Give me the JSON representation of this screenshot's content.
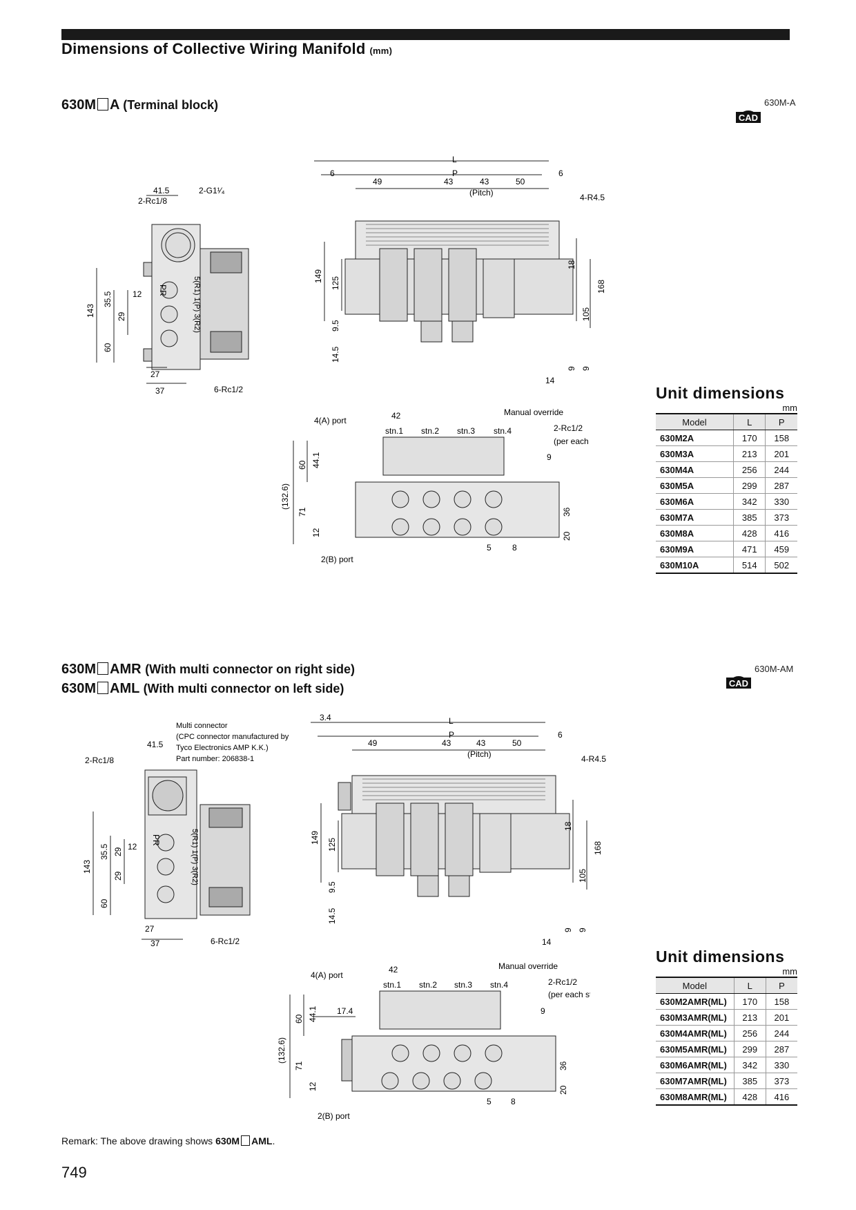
{
  "header": {
    "title": "Dimensions of Collective Wiring Manifold",
    "unit": "(mm)"
  },
  "section1": {
    "model_prefix": "630M",
    "model_suffix": "A",
    "subtitle": "(Terminal block)",
    "cad_label": "630M-A",
    "cad_badge_text": "CAD",
    "side_view_labels": {
      "rc18": "2-Rc1/8",
      "g114": "2-G1¹⁄₄",
      "w415": "41.5",
      "pr": "PR",
      "ports": "5(R1) 1(P) 3(R2)",
      "rc12": "6-Rc1/2",
      "w27": "27",
      "w37": "37",
      "h143": "143",
      "h355": "35.5",
      "h12": "12",
      "h29": "29",
      "h60": "60"
    },
    "front_view_labels": {
      "L": "L",
      "P": "P",
      "d6a": "6",
      "d6b": "6",
      "d49": "49",
      "d43a": "43",
      "d43b": "43",
      "d50": "50",
      "pitch": "(Pitch)",
      "r45": "4-R4.5",
      "h149": "149",
      "h125": "125",
      "h95": "9.5",
      "h145": "14.5",
      "h18": "18",
      "h168": "168",
      "h105": "105",
      "h9a": "9",
      "h9b": "9",
      "w14": "14"
    },
    "bottom_view_labels": {
      "portA": "4(A) port",
      "d42": "42",
      "stn1": "stn.1",
      "stn2": "stn.2",
      "stn3": "stn.3",
      "stn4": "stn.4",
      "manual": "Manual override",
      "rc12": "2-Rc1/2",
      "per_station": "(per each station)",
      "d9": "9",
      "h1326": "(132.6)",
      "h60": "60",
      "h441": "44.1",
      "h71": "71",
      "h12": "12",
      "h36": "36",
      "h20": "20",
      "d5": "5",
      "d8": "8",
      "portB": "2(B) port"
    },
    "unit_dimensions": {
      "title": "Unit dimensions",
      "unit": "mm",
      "columns": [
        "Model",
        "L",
        "P"
      ],
      "rows": [
        [
          "630M2A",
          "170",
          "158"
        ],
        [
          "630M3A",
          "213",
          "201"
        ],
        [
          "630M4A",
          "256",
          "244"
        ],
        [
          "630M5A",
          "299",
          "287"
        ],
        [
          "630M6A",
          "342",
          "330"
        ],
        [
          "630M7A",
          "385",
          "373"
        ],
        [
          "630M8A",
          "428",
          "416"
        ],
        [
          "630M9A",
          "471",
          "459"
        ],
        [
          "630M10A",
          "514",
          "502"
        ]
      ]
    }
  },
  "section2": {
    "line1_prefix": "630M",
    "line1_suffix": "AMR",
    "line1_subtitle": "(With multi connector on right side)",
    "line2_prefix": "630M",
    "line2_suffix": "AML",
    "line2_subtitle": "(With multi connector on left side)",
    "cad_label": "630M-AM",
    "cad_badge_text": "CAD",
    "connector_note": [
      "Multi connector",
      "(CPC connector manufactured by",
      "Tyco Electronics AMP K.K.)",
      "Part number: 206838-1"
    ],
    "side_view_labels": {
      "rc18": "2-Rc1/8",
      "w415": "41.5",
      "pr": "PR",
      "ports": "5(R1) 1(P) 3(R2)",
      "rc12": "6-Rc1/2",
      "w27": "27",
      "w37": "37",
      "h143": "143",
      "h355": "35.5",
      "h12": "12",
      "h29a": "29",
      "h29b": "29",
      "h60": "60"
    },
    "front_view_labels": {
      "L": "L",
      "P": "P",
      "d34": "3.4",
      "d6": "6",
      "d49": "49",
      "d43a": "43",
      "d43b": "43",
      "d50": "50",
      "pitch": "(Pitch)",
      "r45": "4-R4.5",
      "h149": "149",
      "h125": "125",
      "h95": "9.5",
      "h145": "14.5",
      "h18": "18",
      "h168": "168",
      "h105": "105",
      "h9a": "9",
      "h9b": "9",
      "w14": "14"
    },
    "bottom_view_labels": {
      "portA": "4(A) port",
      "d42": "42",
      "stn1": "stn.1",
      "stn2": "stn.2",
      "stn3": "stn.3",
      "stn4": "stn.4",
      "manual": "Manual override",
      "rc12": "2-Rc1/2",
      "per_station": "(per each station)",
      "d9": "9",
      "d174": "17.4",
      "h1326": "(132.6)",
      "h60": "60",
      "h441": "44.1",
      "h71": "71",
      "h12": "12",
      "h36": "36",
      "h20": "20",
      "d5": "5",
      "d8": "8",
      "portB": "2(B) port"
    },
    "unit_dimensions": {
      "title": "Unit dimensions",
      "unit": "mm",
      "columns": [
        "Model",
        "L",
        "P"
      ],
      "rows": [
        [
          "630M2AMR(ML)",
          "170",
          "158"
        ],
        [
          "630M3AMR(ML)",
          "213",
          "201"
        ],
        [
          "630M4AMR(ML)",
          "256",
          "244"
        ],
        [
          "630M5AMR(ML)",
          "299",
          "287"
        ],
        [
          "630M6AMR(ML)",
          "342",
          "330"
        ],
        [
          "630M7AMR(ML)",
          "385",
          "373"
        ],
        [
          "630M8AMR(ML)",
          "428",
          "416"
        ]
      ]
    }
  },
  "remark": {
    "prefix": "Remark: The above drawing shows ",
    "model_prefix": "630M",
    "model_suffix": "AML",
    "suffix": "."
  },
  "page_number": "749"
}
